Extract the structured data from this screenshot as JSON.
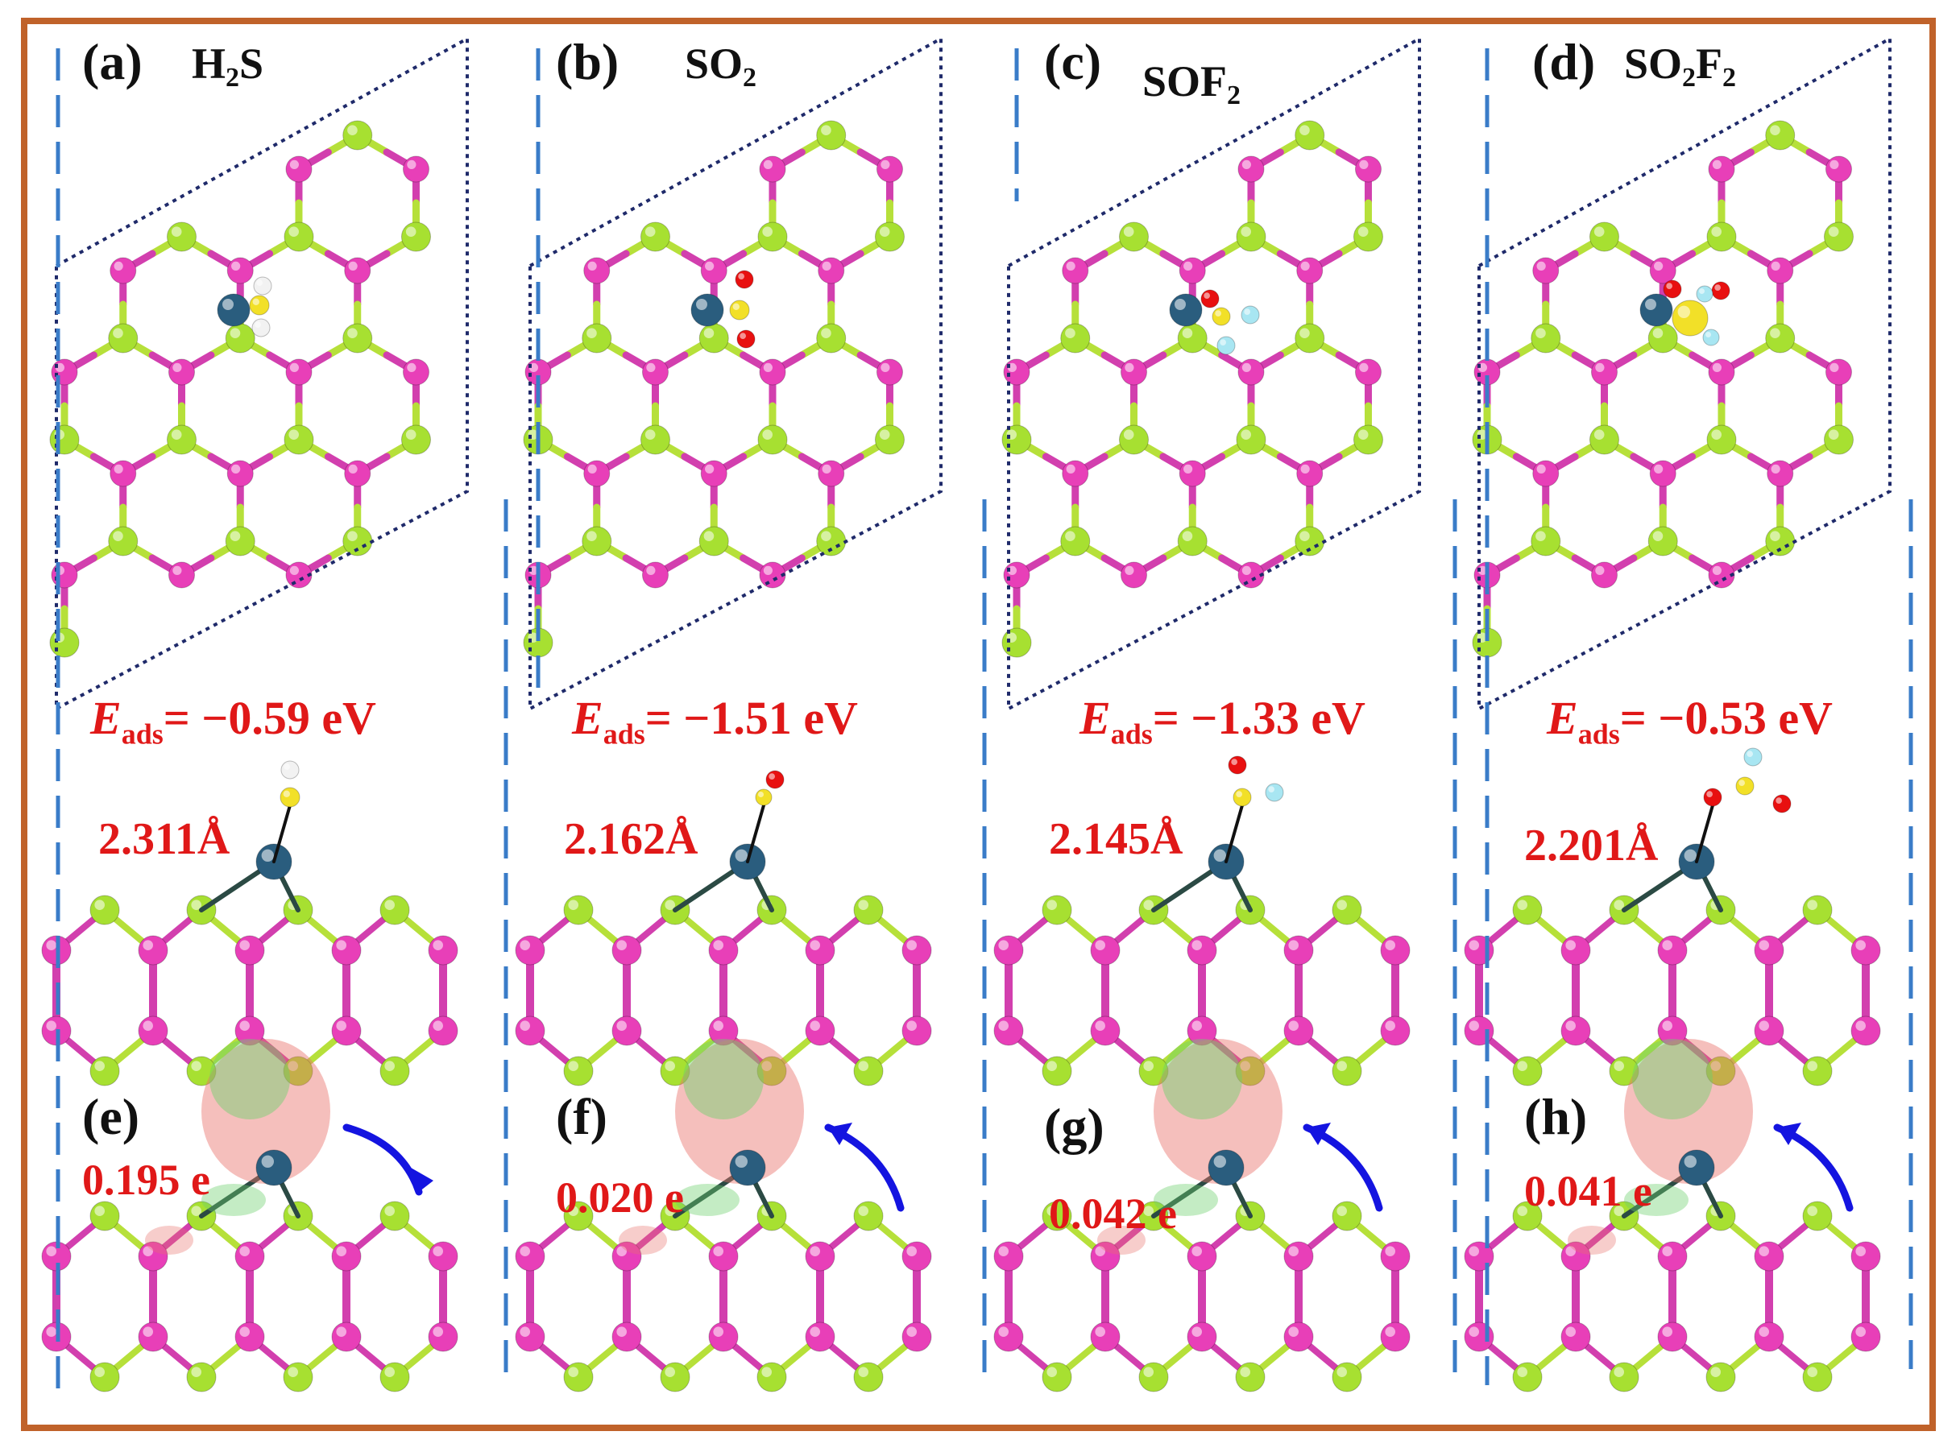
{
  "colors": {
    "frame": "#c0622a",
    "se_atom": "#e83fb8",
    "s_atom": "#a7e031",
    "bond": "#d23fae",
    "metal_atom": "#2a5d7e",
    "h_atom": "#f2f2f2",
    "o_atom": "#e81010",
    "f_atom": "#a8e6f2",
    "sulfur_atom": "#f2e028",
    "accumulation": "#e8706a",
    "depletion": "#6cd06c",
    "arrow": "#1414e0",
    "label_red": "#e01818",
    "divider": "#3a7cc8"
  },
  "panels": [
    {
      "top_label": "(a)",
      "molecule_parts": [
        "H",
        "2",
        "S"
      ],
      "energy_prefix": "E",
      "energy_sub": "ads",
      "energy_value": "= −0.59 eV",
      "distance": "2.311Å",
      "bottom_label": "(e)",
      "charge": "0.195 e",
      "arrow_direction": "down"
    },
    {
      "top_label": "(b)",
      "molecule_parts": [
        "SO",
        "2",
        ""
      ],
      "energy_prefix": "E",
      "energy_sub": "ads",
      "energy_value": "= −1.51 eV",
      "distance": "2.162Å",
      "bottom_label": "(f)",
      "charge": "0.020 e",
      "arrow_direction": "up"
    },
    {
      "top_label": "(c)",
      "molecule_parts": [
        "SOF",
        "2",
        ""
      ],
      "energy_prefix": "E",
      "energy_sub": "ads",
      "energy_value": "= −1.33 eV",
      "distance": "2.145Å",
      "bottom_label": "(g)",
      "charge": "0.042 e",
      "arrow_direction": "up"
    },
    {
      "top_label": "(d)",
      "molecule_parts": [
        "SO",
        "2",
        "F",
        "2"
      ],
      "energy_prefix": "E",
      "energy_sub": "ads",
      "energy_value": "= −0.53 eV",
      "distance": "2.201Å",
      "bottom_label": "(h)",
      "charge": "0.041 e",
      "arrow_direction": "up"
    }
  ]
}
